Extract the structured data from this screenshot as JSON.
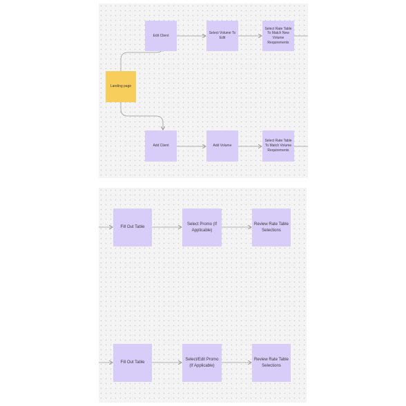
{
  "colors": {
    "panel_background": "#f4f4f4",
    "process_node": "#d8ccf9",
    "start_node": "#f7cd5c",
    "connector": "#9a9a9a"
  },
  "top_flow": {
    "start": {
      "label": "Landing page"
    },
    "edit_branch": [
      "Edit Client",
      "Select Volume To Edit",
      "Select Rate Table To Match New Volume Requirements"
    ],
    "add_branch": [
      "Add Client",
      "Add Volume",
      "Select Rate Table To Match Volume Requirements"
    ]
  },
  "bottom_flow": {
    "edit_row": [
      "Fill Out Table",
      "Select Promo (If Applicable)",
      "Review Rate Table Selections"
    ],
    "add_row": [
      "Fill Out Table",
      "Select/Edit Promo (If Applicable)",
      "Review Rate Table Selections"
    ]
  }
}
